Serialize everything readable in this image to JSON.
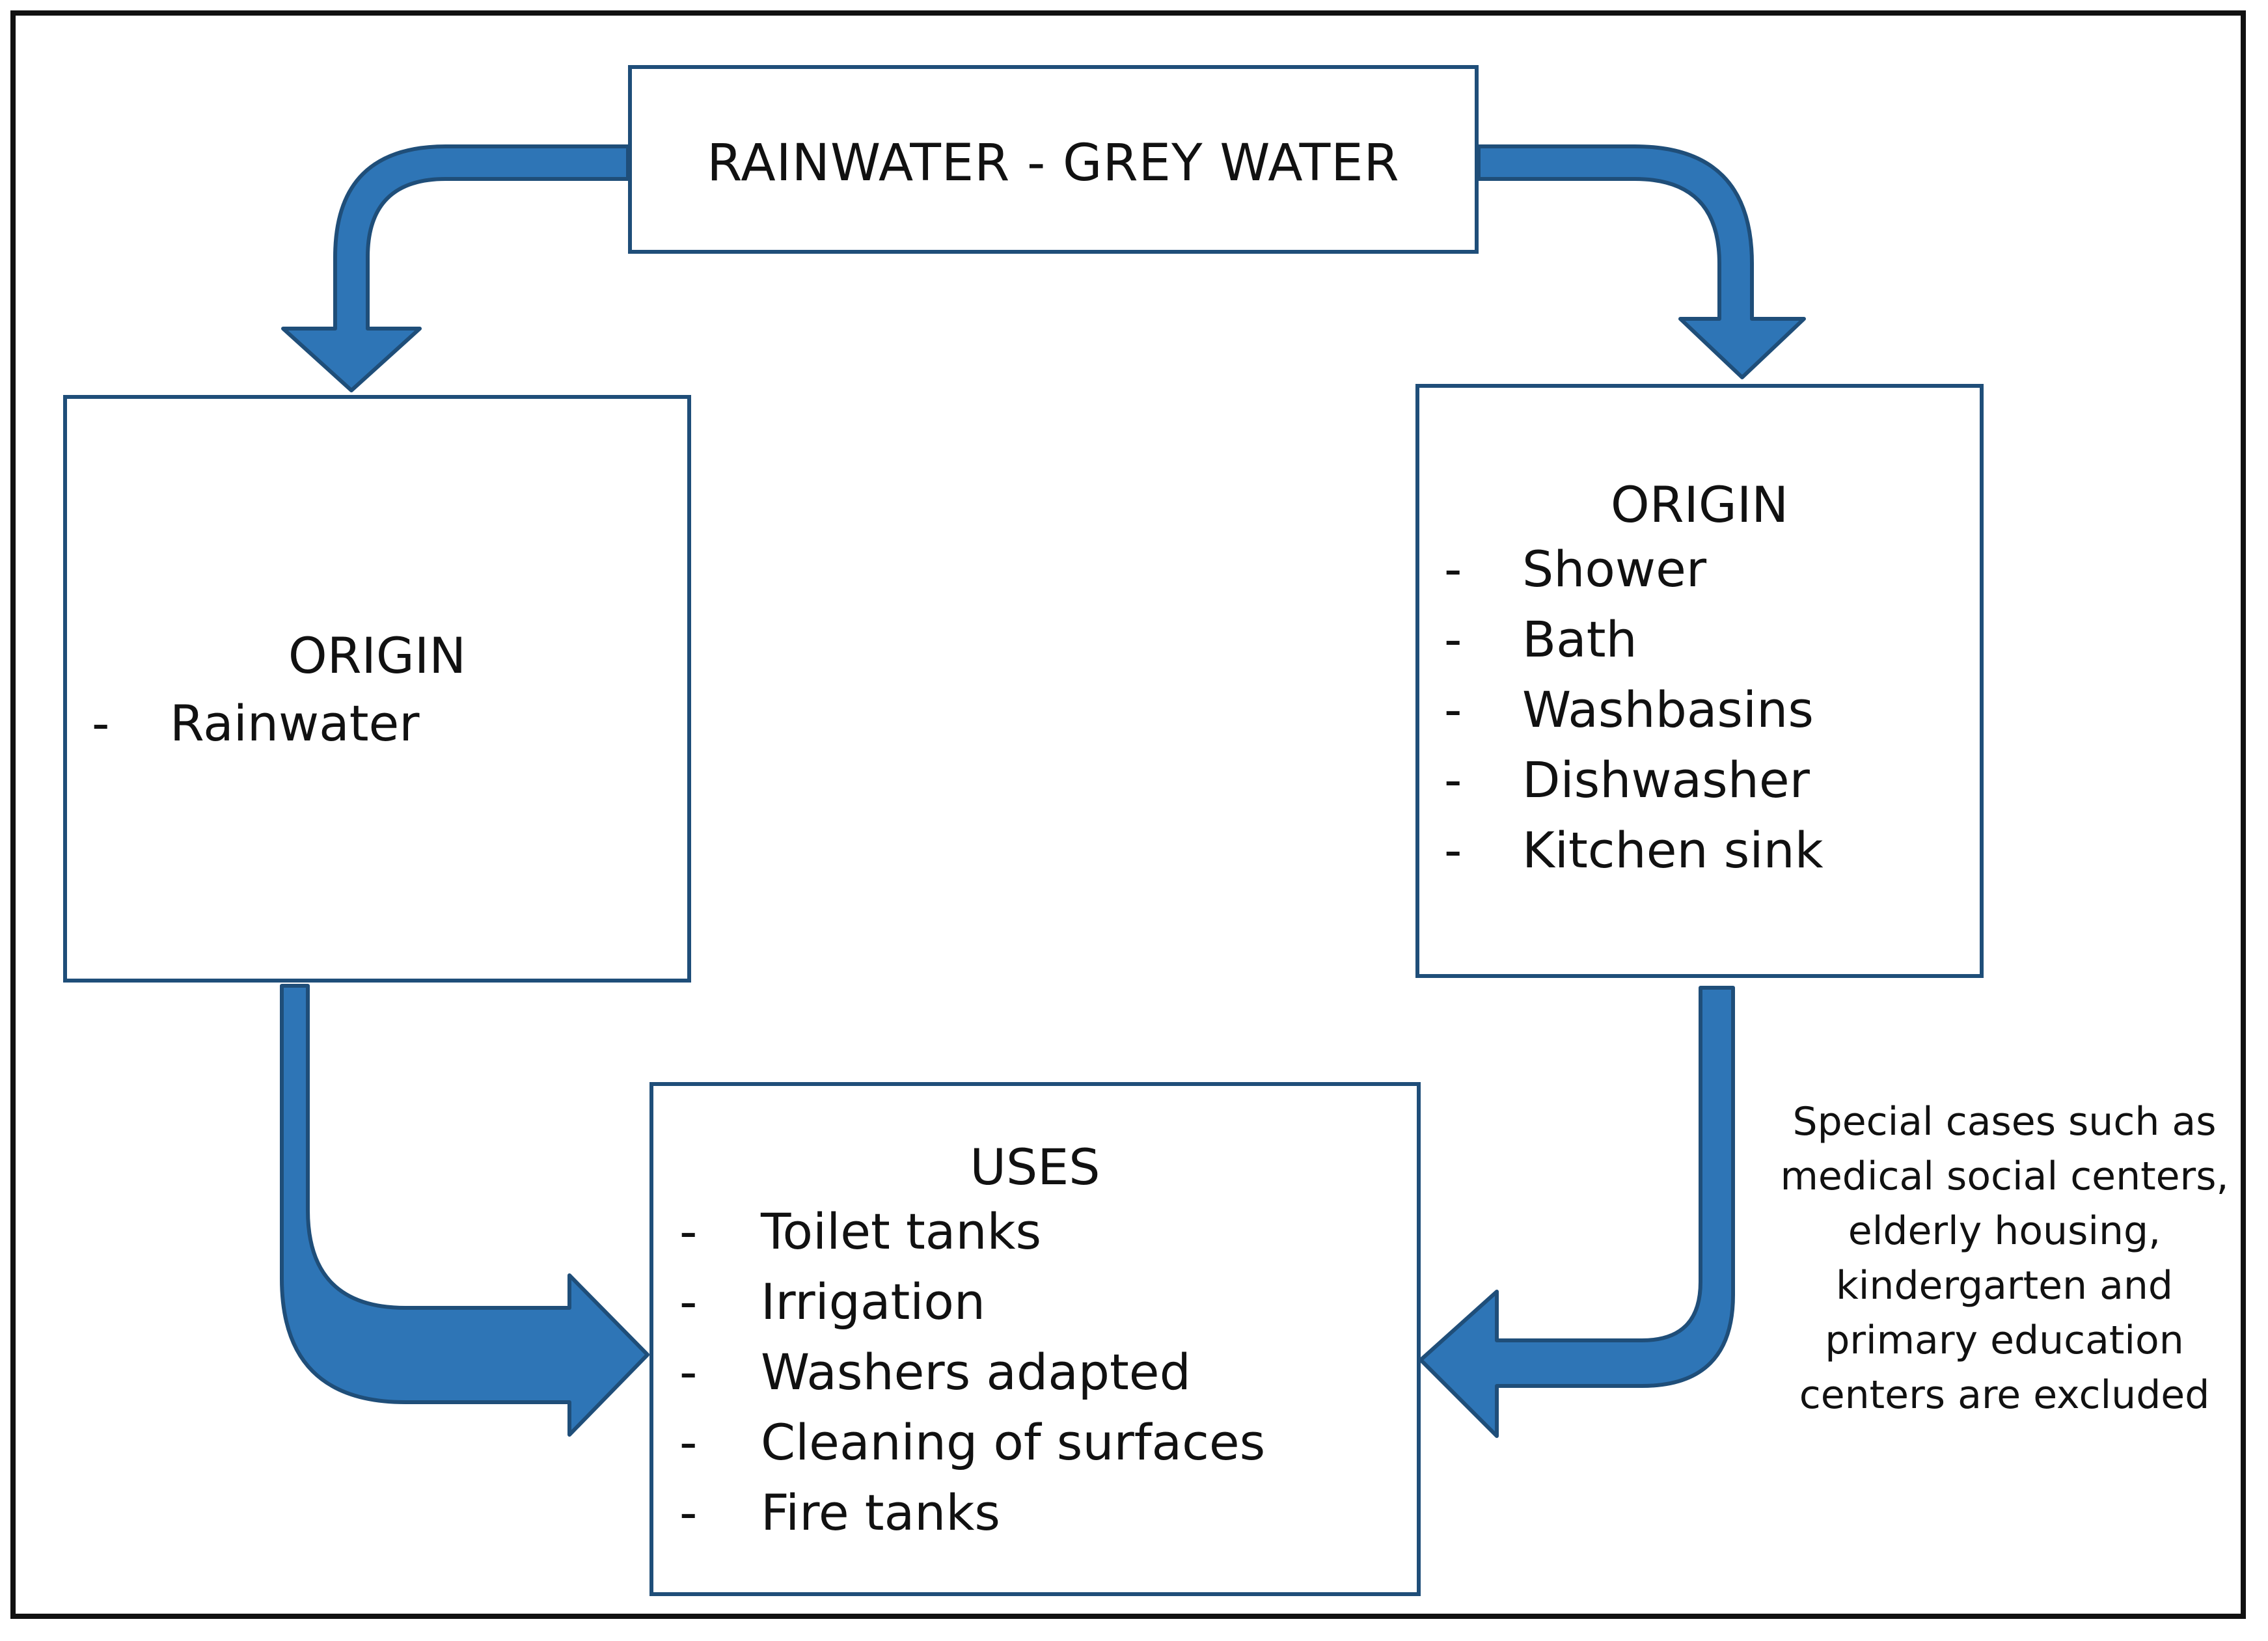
{
  "top": {
    "title": "RAINWATER - GREY WATER"
  },
  "left_box": {
    "heading": "ORIGIN",
    "items": [
      "Rainwater"
    ]
  },
  "right_box": {
    "heading": "ORIGIN",
    "items": [
      "Shower",
      "Bath",
      "Washbasins",
      "Dishwasher",
      "Kitchen sink"
    ]
  },
  "uses_box": {
    "heading": "USES",
    "items": [
      "Toilet tanks",
      "Irrigation",
      "Washers adapted",
      "Cleaning of surfaces",
      "Fire tanks"
    ]
  },
  "note": {
    "lines": [
      "Special cases such as",
      "medical social centers,",
      "elderly housing,",
      "kindergarten and",
      "primary education",
      "centers are excluded"
    ]
  },
  "list_dash": "-",
  "colors": {
    "arrow_fill": "#2e75b6",
    "arrow_stroke": "#1f4e79",
    "box_border": "#1f4e79"
  }
}
